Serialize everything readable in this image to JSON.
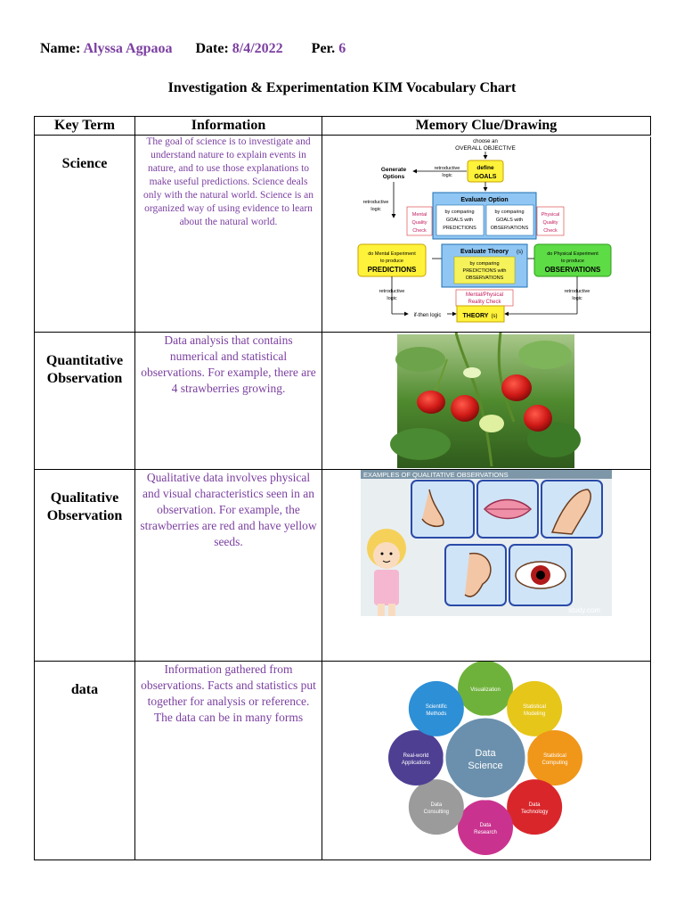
{
  "header": {
    "name_label": "Name:",
    "name_value": "Alyssa Agpaoa",
    "date_label": "Date:",
    "date_value": "8/4/2022",
    "per_label": "Per.",
    "per_value": "6"
  },
  "title": "Investigation & Experimentation KIM Vocabulary Chart",
  "columns": {
    "key_term": "Key Term",
    "information": "Information",
    "memory": "Memory Clue/Drawing"
  },
  "rows": [
    {
      "term": "Science",
      "info": "The goal of science is to investigate and understand nature to explain events in nature, and to use those explanations to make useful predictions. Science deals only with the natural world. Science is an organized way of using evidence to learn about the natural world."
    },
    {
      "term": "Quantitative Observation",
      "info": "Data analysis that contains numerical and statistical observations. For example, there are 4 strawberries growing."
    },
    {
      "term": "Qualitative Observation",
      "info": "Qualitative data involves physical and visual characteristics seen in an observation. For example, the strawberries are red and have yellow seeds."
    },
    {
      "term": "data",
      "info": "Information gathered from observations. Facts and statistics put together for analysis or reference. The data can be in many forms"
    }
  ],
  "diagram": {
    "choose": "choose an",
    "objective": "OVERALL OBJECTIVE",
    "generate": "Generate",
    "options": "Options",
    "retro": "retroductive",
    "logic": "logic",
    "define": "define",
    "goals": "GOALS",
    "evaluate_option": "Evaluate Option",
    "by_comparing": "by comparing",
    "goals_with": "GOALS with",
    "predictions_sm": "PREDICTIONS",
    "observations_sm": "OBSERVATIONS",
    "mental": "Mental",
    "physical": "Physical",
    "quality": "Quality",
    "check": "Check",
    "mental_exp": "do Mental Experiment",
    "to_produce": "to produce",
    "predictions": "PREDICTIONS",
    "physical_exp": "do Physical Experiment",
    "observations": "OBSERVATIONS",
    "evaluate_theory": "Evaluate Theory",
    "s": "(s)",
    "predictions_with": "PREDICTIONS with",
    "mental_physical": "Mental/Physical",
    "reality_check": "Reality Check",
    "if_then": "if-then logic",
    "theory": "THEORY",
    "theory_s": "(s)"
  },
  "qualitative_banner": "EXAMPLES OF QUALITATIVE OBSERVATIONS",
  "watermark": "study.com",
  "data_science": {
    "center_line1": "Data",
    "center_line2": "Science",
    "petals": [
      {
        "l1": "Visualization",
        "l2": "",
        "color": "#6fb23b"
      },
      {
        "l1": "Statistical",
        "l2": "Modeling",
        "color": "#e6c619"
      },
      {
        "l1": "Statistical",
        "l2": "Computing",
        "color": "#f09619"
      },
      {
        "l1": "Data",
        "l2": "Technology",
        "color": "#d9262b"
      },
      {
        "l1": "Data",
        "l2": "Research",
        "color": "#c9338f"
      },
      {
        "l1": "Data",
        "l2": "Consulting",
        "color": "#9b9b9b"
      },
      {
        "l1": "Real-world",
        "l2": "Applications",
        "color": "#4e3f93"
      },
      {
        "l1": "Scientific",
        "l2": "Methods",
        "color": "#2d8fd6"
      }
    ]
  },
  "colors": {
    "purple_text": "#7b3fa0",
    "diagram_yellow": "#fff23a",
    "diagram_green": "#5ddc45",
    "diagram_blue": "#8fc6f3"
  }
}
